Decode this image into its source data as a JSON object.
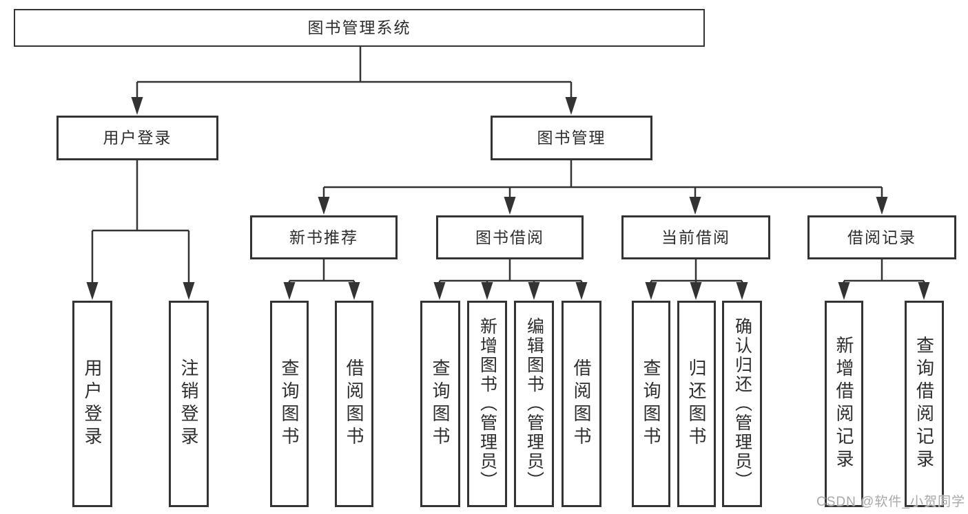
{
  "diagram": {
    "root": {
      "label": "图书管理系统"
    },
    "branches": [
      {
        "label": "用户登录",
        "children": [
          {
            "label": "用户登录"
          },
          {
            "label": "注销登录"
          }
        ]
      },
      {
        "label": "图书管理",
        "children": [
          {
            "label": "新书推荐",
            "children": [
              {
                "label": "查询图书"
              },
              {
                "label": "借阅图书"
              }
            ]
          },
          {
            "label": "图书借阅",
            "children": [
              {
                "label": "查询图书"
              },
              {
                "label": "新增图书（管理员）"
              },
              {
                "label": "编辑图书（管理员）"
              },
              {
                "label": "借阅图书"
              }
            ]
          },
          {
            "label": "当前借阅",
            "children": [
              {
                "label": "查询图书"
              },
              {
                "label": "归还图书"
              },
              {
                "label": "确认归还（管理员）"
              }
            ]
          },
          {
            "label": "借阅记录",
            "children": [
              {
                "label": "新增借阅记录"
              },
              {
                "label": "查询借阅记录"
              }
            ]
          }
        ]
      }
    ]
  },
  "watermark": {
    "text": "CSDN @软件_小贺同学"
  },
  "colors": {
    "line": "#333333",
    "text": "#2d2d2d",
    "background": "#ffffff",
    "watermark": "#a8a8a8"
  }
}
